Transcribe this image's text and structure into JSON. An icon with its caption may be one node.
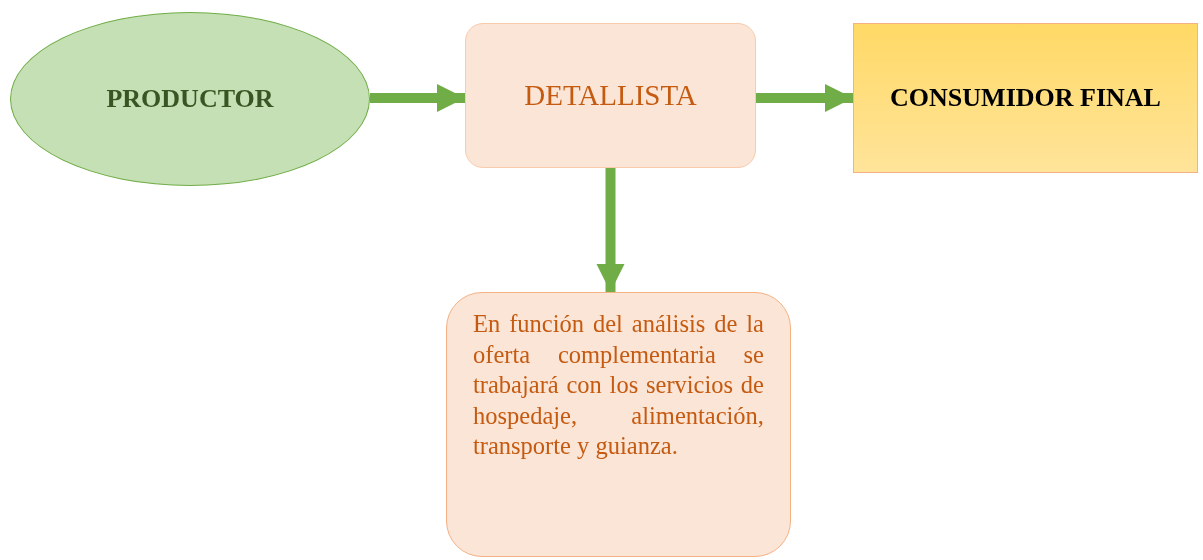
{
  "diagram": {
    "nodes": [
      {
        "text": [
          "PRODUCTOR"
        ]
      },
      {
        "text": [
          "DETALLISTA"
        ]
      },
      {
        "text": [
          "CONSUMIDOR FINAL"
        ]
      },
      {
        "text": [
          "En función del análisis de la oferta complementaria se trabajará con los servicios de hospedaje, alimentación, transporte y guianza."
        ]
      }
    ],
    "edges": [
      {
        "from": 0,
        "to": 1,
        "arrow": "to"
      },
      {
        "from": 1,
        "to": 2,
        "arrow": "to"
      },
      {
        "from": 1,
        "to": 3,
        "arrow": "to"
      }
    ]
  }
}
